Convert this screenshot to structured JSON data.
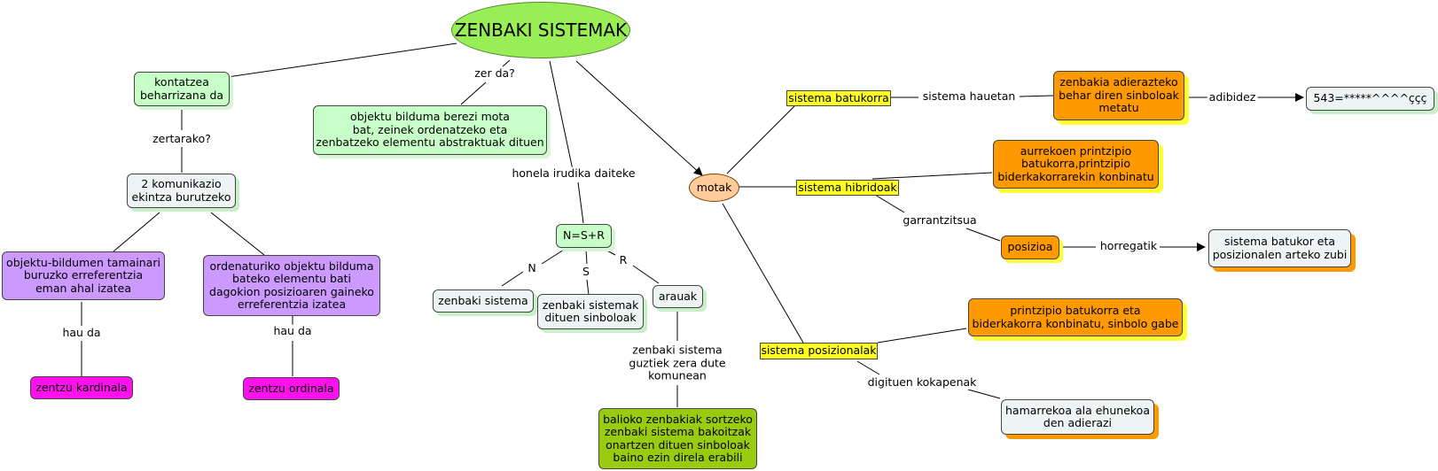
{
  "root": "ZENBAKI SISTEMAK",
  "nodes": {
    "kontatzea": "kontatzea\nbeharrizana da",
    "bi_komunikazio": "2 komunikazio\nekintza burutzeko",
    "objektu_bildumen": "objektu-bildumen tamainari\nburuzko erreferentzia\neman ahal izatea",
    "ordenaturiko": "ordenaturiko objektu bilduma\nbateko elementu bati\ndagokion posizioaren gaineko\nerreferentzia izatea",
    "kardinala": "zentzu kardinala",
    "ordinala": "zentzu ordinala",
    "objektu_bilduma": "objektu bilduma berezi mota\nbat, zeinek ordenatzeko eta\nzenbatzeko elementu abstraktuak dituen",
    "nsr": "N=S+R",
    "zenbaki_sistema": "zenbaki sistema",
    "sinboloak": "zenbaki sistemak\ndituen sinboloak",
    "arauak": "arauak",
    "balioko": "balioko zenbakiak sortzeko\nzenbaki sistema bakoitzak\nonartzen dituen sinboloak\nbaino ezin direla erabili",
    "motak": "motak",
    "batukorra": "sistema batukorra",
    "hibridoak": "sistema hibridoak",
    "posizionalak": "sistema posizionalak",
    "metatu": "zenbakia adierazteko\nbehar diren sinboloak\nmetatu",
    "adibidea": "543=*****^^^^ççç",
    "aurrekoen": "aurrekoen printzipio\nbatukorra,printzipio\nbiderkakorrarekin konbinatu",
    "posizioa": "posizioa",
    "zubi": "sistema batukor eta\nposizionalen arteko zubi",
    "printzipio": "printzipio batukorra eta\nbiderkakorra konbinatu, sinbolo gabe",
    "hamarrekoa": "hamarrekoa ala ehunekoa\nden adierazi"
  },
  "links": {
    "zer_da": "zer da?",
    "zertarako": "zertarako?",
    "hau_da_1": "hau da",
    "hau_da_2": "hau da",
    "honela": "honela irudika daiteke",
    "n": "N",
    "s": "S",
    "r": "R",
    "guztiek": "zenbaki sistema\nguztiek zera dute\nkomunean",
    "hauetan": "sistema hauetan",
    "adibidez": "adibidez",
    "garrantzitsua": "garrantzitsua",
    "horregatik": "horregatik",
    "kokapenak": "digituen kokapenak"
  },
  "colors": {
    "root": "#99ee55",
    "green_node": "#c8ffc8",
    "purple_node": "#cc99ff",
    "magenta_node": "#ff11ee",
    "orange_node": "#ff9900",
    "yellow_node": "#ffff22",
    "olive_node": "#99cc11",
    "motak_node": "#ffcc99"
  }
}
